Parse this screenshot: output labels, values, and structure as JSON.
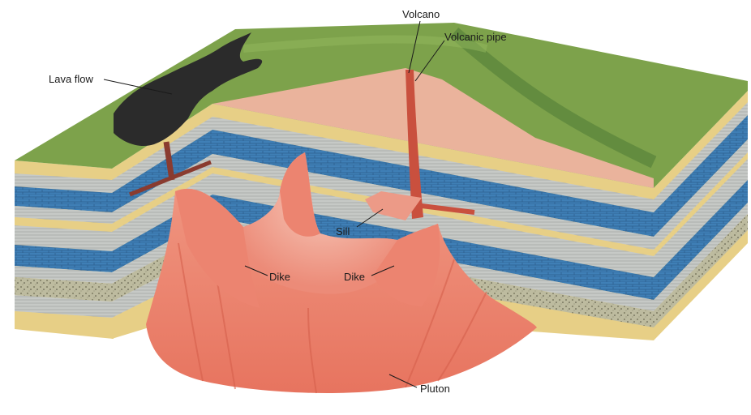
{
  "labels": {
    "volcano": "Volcano",
    "volcanic_pipe": "Volcanic pipe",
    "lava_flow": "Lava flow",
    "sill": "Sill",
    "dike_left": "Dike",
    "dike_right": "Dike",
    "pluton": "Pluton"
  },
  "colors": {
    "grass": "#7da24b",
    "grass_dark": "#4e7a37",
    "sand": "#e7cf86",
    "limestone": "#3f7fb6",
    "shale": "#c6c9c6",
    "conglomerate": "#b9b79a",
    "magma": "#ee8776",
    "magma_dark": "#c9503e",
    "volcano_cone": "#eab39c",
    "lava": "#2b2b2b"
  }
}
